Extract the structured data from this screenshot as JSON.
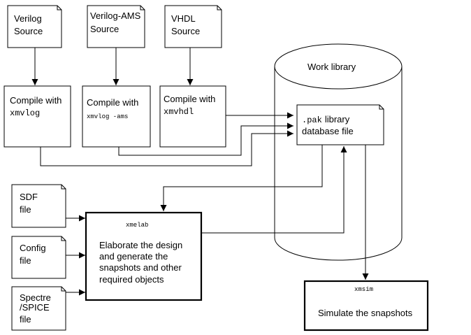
{
  "sources": {
    "verilog": [
      "Verilog",
      "Source"
    ],
    "verilog_ams": [
      "Verilog-AMS",
      "Source"
    ],
    "vhdl": [
      "VHDL",
      "Source"
    ]
  },
  "compile": {
    "verilog": {
      "label": "Compile with",
      "command": "xmvlog"
    },
    "verilog_ams": {
      "label": "Compile with",
      "command": "xmvlog -ams"
    },
    "vhdl": {
      "label": "Compile with",
      "command": "xmvhdl"
    }
  },
  "work_library": {
    "title": "Work library",
    "pak_command": ".pak",
    "pak_label_1": "library",
    "pak_label_2": "database file"
  },
  "inputs": {
    "sdf": [
      "SDF",
      "file"
    ],
    "config": [
      "Config",
      "file"
    ],
    "spice": [
      "Spectre",
      "/SPICE",
      "file"
    ]
  },
  "elaborate": {
    "command": "xmelab",
    "lines": [
      "Elaborate the design",
      "and generate the",
      "snapshots and other",
      "required objects"
    ]
  },
  "simulate": {
    "command": "xmsim",
    "label": "Simulate the snapshots"
  }
}
